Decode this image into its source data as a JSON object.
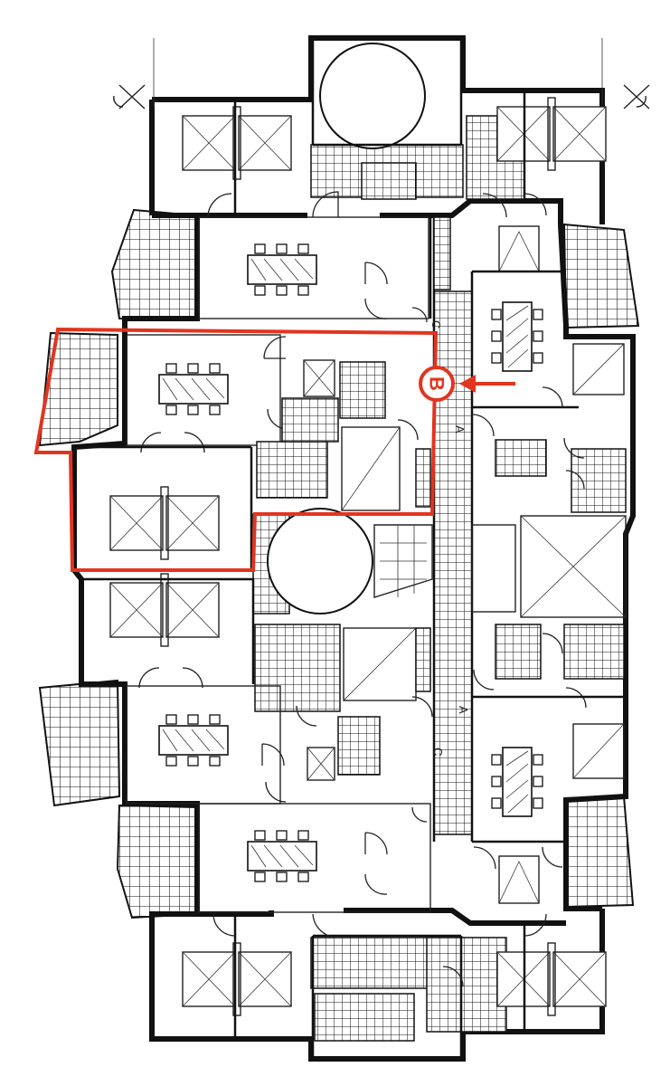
{
  "plan": {
    "highlight_color": "#e2341f",
    "marker": {
      "letter": "B"
    },
    "section_labels": [
      "C",
      "A",
      "C",
      "A"
    ]
  }
}
